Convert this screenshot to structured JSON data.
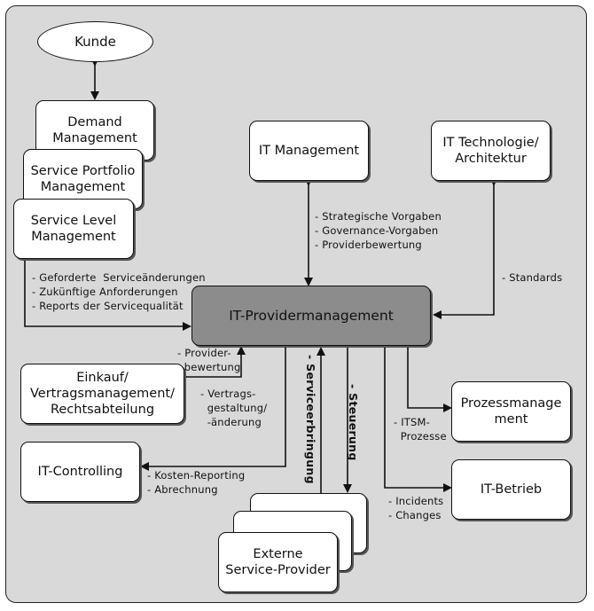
{
  "nodes": {
    "kunde": "Kunde",
    "demand": "Demand\nManagement",
    "portfolio": "Service Portfolio\nManagement",
    "slm": "Service Level\nManagement",
    "it_management": "IT Management",
    "it_technologie": "IT Technologie/\nArchitektur",
    "provider": "IT-Providermanagement",
    "einkauf": "Einkauf/\nVertragsmanagement/\nRechtsabteilung",
    "controlling": "IT-Controlling",
    "prozess": "Prozessmanage\nment",
    "betrieb": "IT-Betrieb",
    "externe": "Externe\nService-Provider"
  },
  "labels": {
    "strategisch": "- Strategische Vorgaben\n- Governance-Vorgaben\n- Providerbewertung",
    "standards": "- Standards",
    "slm_notes": "- Geforderte  Serviceänderungen\n- Zukünftige Anforderungen\n- Reports der Servicequalität",
    "providerbewertung": "- Provider-\n  bewertung",
    "vertrag": "- Vertrags-\n  gestaltung/\n  -änderung",
    "kosten": "- Kosten-Reporting\n- Abrechnung",
    "servicee": "- Serviceerbringung",
    "steuerung": "- Steuerung",
    "itsm": "- ITSM-\n  Prozesse",
    "incidents": "- Incidents\n- Changes"
  }
}
